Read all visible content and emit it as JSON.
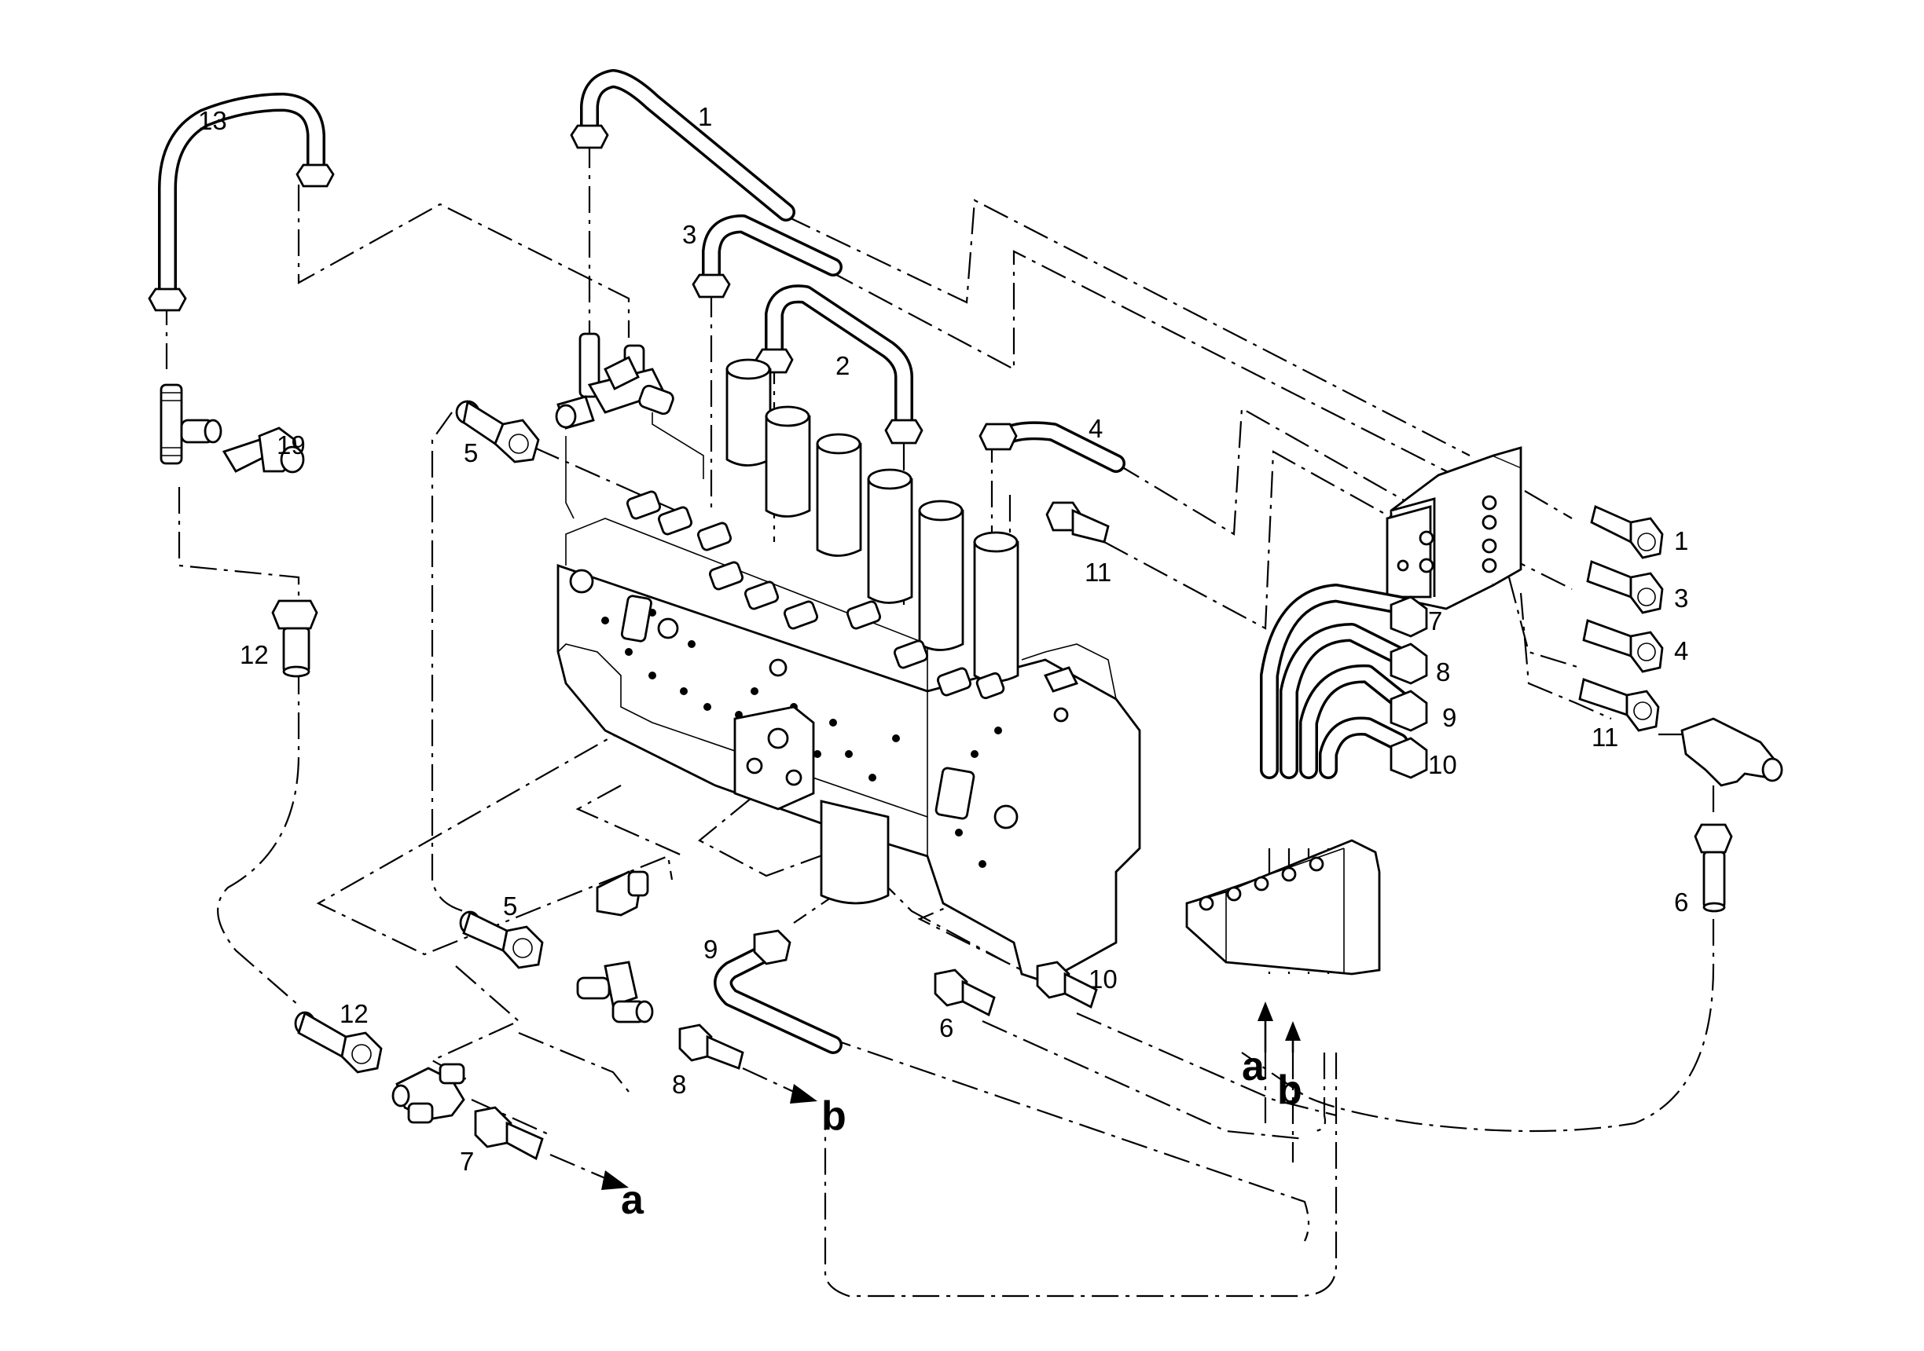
{
  "diagram": {
    "labels": {
      "l1_top": "1",
      "l2_top": "2",
      "l3_top": "3",
      "l4_top": "4",
      "l5_upper": "5",
      "l11_mid": "11",
      "l13": "13",
      "l19": "19",
      "l12_left": "12",
      "l12_bottom": "12",
      "l5_lower": "5",
      "l7_bottom": "7",
      "l8_bottom": "8",
      "l9_bottom": "9",
      "l6_bottom": "6",
      "l10_bottom": "10",
      "l7_right": "7",
      "l8_right": "8",
      "l9_right": "9",
      "l10_right": "10",
      "l1_right": "1",
      "l3_right": "3",
      "l4_right": "4",
      "l11_right": "11",
      "l6_right": "6"
    },
    "flow_markers": {
      "a_bottom": "a",
      "b_bottom": "b",
      "a_manifold": "a",
      "b_manifold": "b"
    }
  }
}
